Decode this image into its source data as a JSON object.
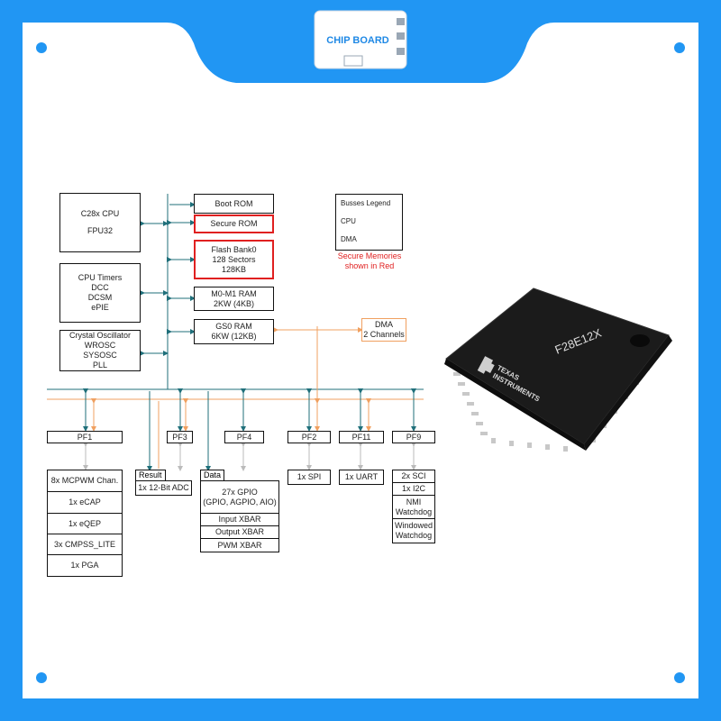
{
  "brand": {
    "logo_text": "CHIP BOARD",
    "colors": {
      "frame": "#2196f3",
      "logo_blue": "#1e88e5",
      "cpu_bus": "#1f6f7a",
      "dma_bus": "#f0a060",
      "secure_red": "#e02020"
    }
  },
  "diagram": {
    "cpu": {
      "line1": "C28x CPU",
      "line2": "FPU32"
    },
    "timers": {
      "l1": "CPU Timers",
      "l2": "DCC",
      "l3": "DCSM",
      "l4": "ePIE"
    },
    "osc": {
      "l1": "Crystal Oscillator",
      "l2": "WROSC",
      "l3": "SYSOSC",
      "l4": "PLL"
    },
    "boot_rom": "Boot ROM",
    "secure_rom": "Secure ROM",
    "flash": {
      "l1": "Flash Bank0",
      "l2": "128 Sectors",
      "l3": "128KB"
    },
    "m0m1": {
      "l1": "M0-M1 RAM",
      "l2": "2KW (4KB)"
    },
    "gs0": {
      "l1": "GS0 RAM",
      "l2": "6KW (12KB)"
    },
    "dma": {
      "l1": "DMA",
      "l2": "2 Channels"
    },
    "legend": {
      "title": "Busses Legend",
      "cpu": "CPU",
      "dma": "DMA"
    },
    "secure_note": {
      "l1": "Secure Memories",
      "l2": "shown in Red"
    },
    "pf": {
      "pf1": "PF1",
      "pf3": "PF3",
      "pf4": "PF4",
      "pf2": "PF2",
      "pf11": "PF11",
      "pf9": "PF9"
    },
    "pf1_list": [
      "8x MCPWM Chan.",
      "1x eCAP",
      "1x eQEP",
      "3x CMPSS_LITE",
      "1x PGA"
    ],
    "adc": {
      "tag": "Result",
      "label": "1x 12-Bit ADC"
    },
    "gpio": {
      "tag": "Data",
      "l1": "27x GPIO",
      "l2": "(GPIO, AGPIO, AIO)",
      "input_xbar": "Input XBAR",
      "output_xbar": "Output XBAR",
      "pwm_xbar": "PWM XBAR"
    },
    "spi": "1x SPI",
    "uart": "1x UART",
    "pf9_list": {
      "sci": "2x SCI",
      "i2c": "1x I2C",
      "nmi1": "NMI",
      "nmi2": "Watchdog",
      "win1": "Windowed",
      "win2": "Watchdog"
    }
  },
  "chip": {
    "marking": "F28E12X",
    "maker_line1": "TEXAS",
    "maker_line2": "INSTRUMENTS"
  }
}
